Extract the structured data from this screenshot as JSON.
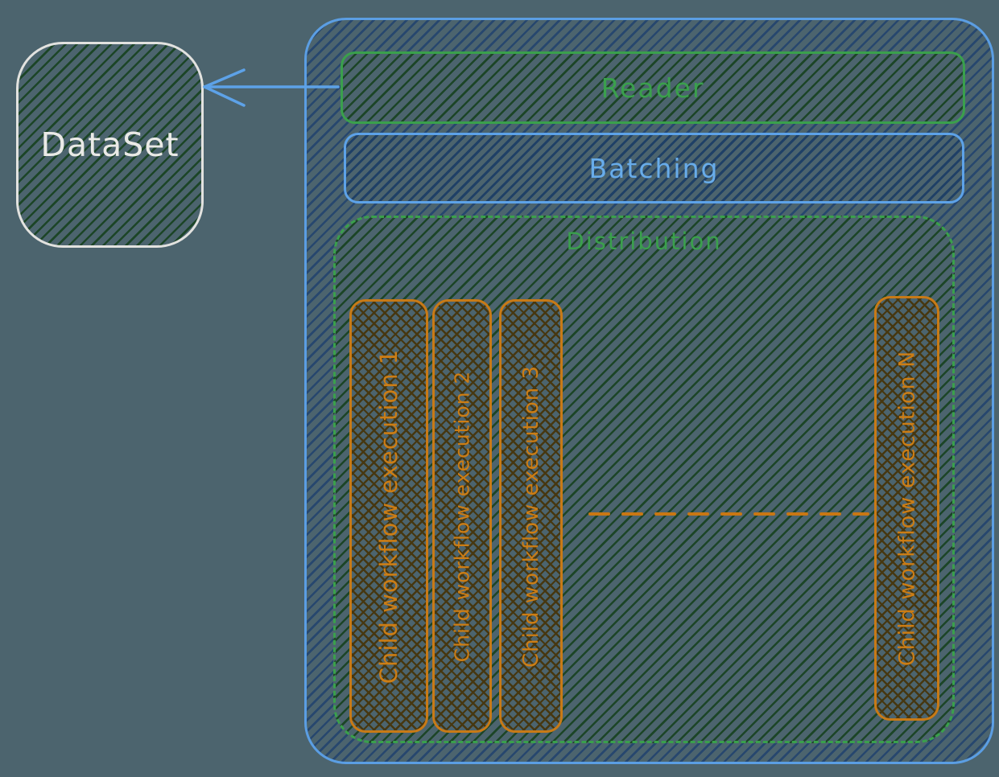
{
  "diagram": {
    "dataset": {
      "label": "DataSet"
    },
    "pipeline": {
      "reader": {
        "label": "Reader"
      },
      "batching": {
        "label": "Batching"
      },
      "distribution": {
        "label": "Distribution",
        "executions": [
          {
            "label": "Child workflow execution 1"
          },
          {
            "label": "Child workflow execution 2"
          },
          {
            "label": "Child workflow execution 3"
          },
          {
            "label": "Child workflow execution N"
          }
        ]
      }
    },
    "colors": {
      "background": "#4c646e",
      "outer_border_blue": "#5b9ee3",
      "green_accent": "#3aa04c",
      "batching_text_blue": "#68acea",
      "orange_accent": "#c87a16",
      "dataset_border": "#e2e2df",
      "dataset_text": "#eaeae6"
    }
  }
}
